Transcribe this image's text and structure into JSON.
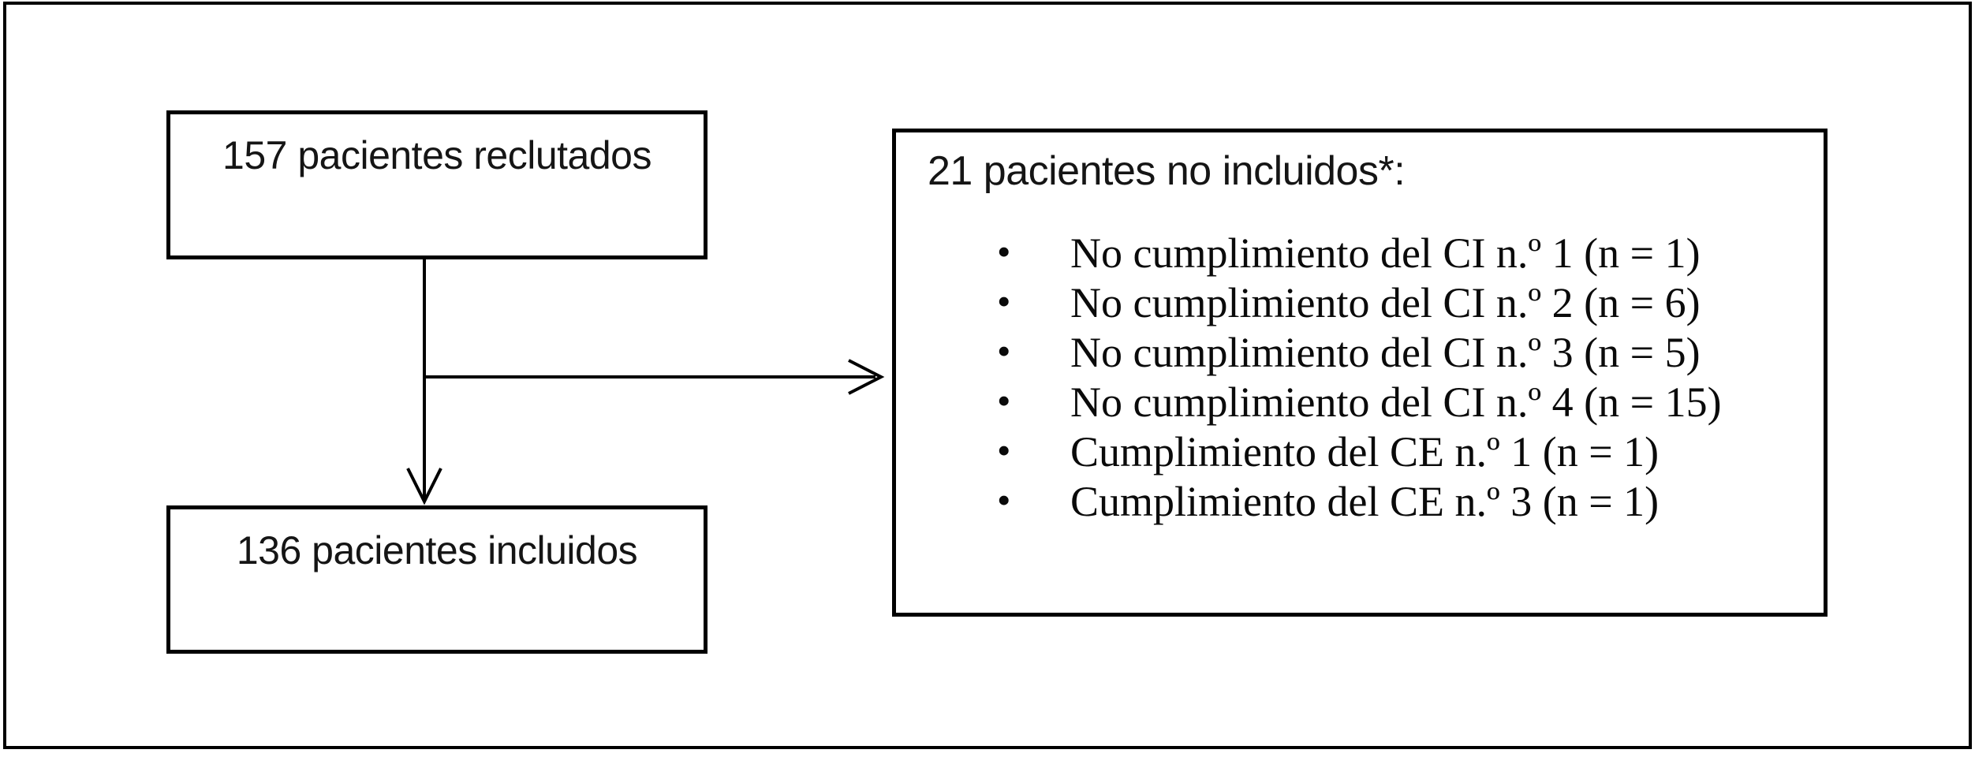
{
  "diagram": {
    "recruited_box": {
      "label": "157 pacientes reclutados"
    },
    "included_box": {
      "label": "136 pacientes incluidos"
    },
    "exclusion_box": {
      "title": "21 pacientes no incluidos*:",
      "bullet_glyph": "•",
      "items": [
        "No cumplimiento del CI n.º 1 (n = 1)",
        "No cumplimiento del CI n.º 2 (n = 6)",
        "No cumplimiento del CI n.º 3 (n = 5)",
        "No cumplimiento del CI n.º 4 (n = 15)",
        "Cumplimiento del CE n.º 1 (n = 1)",
        "Cumplimiento del CE n.º 3 (n = 1)"
      ]
    },
    "colors": {
      "line": "#000000",
      "background": "#ffffff"
    }
  }
}
